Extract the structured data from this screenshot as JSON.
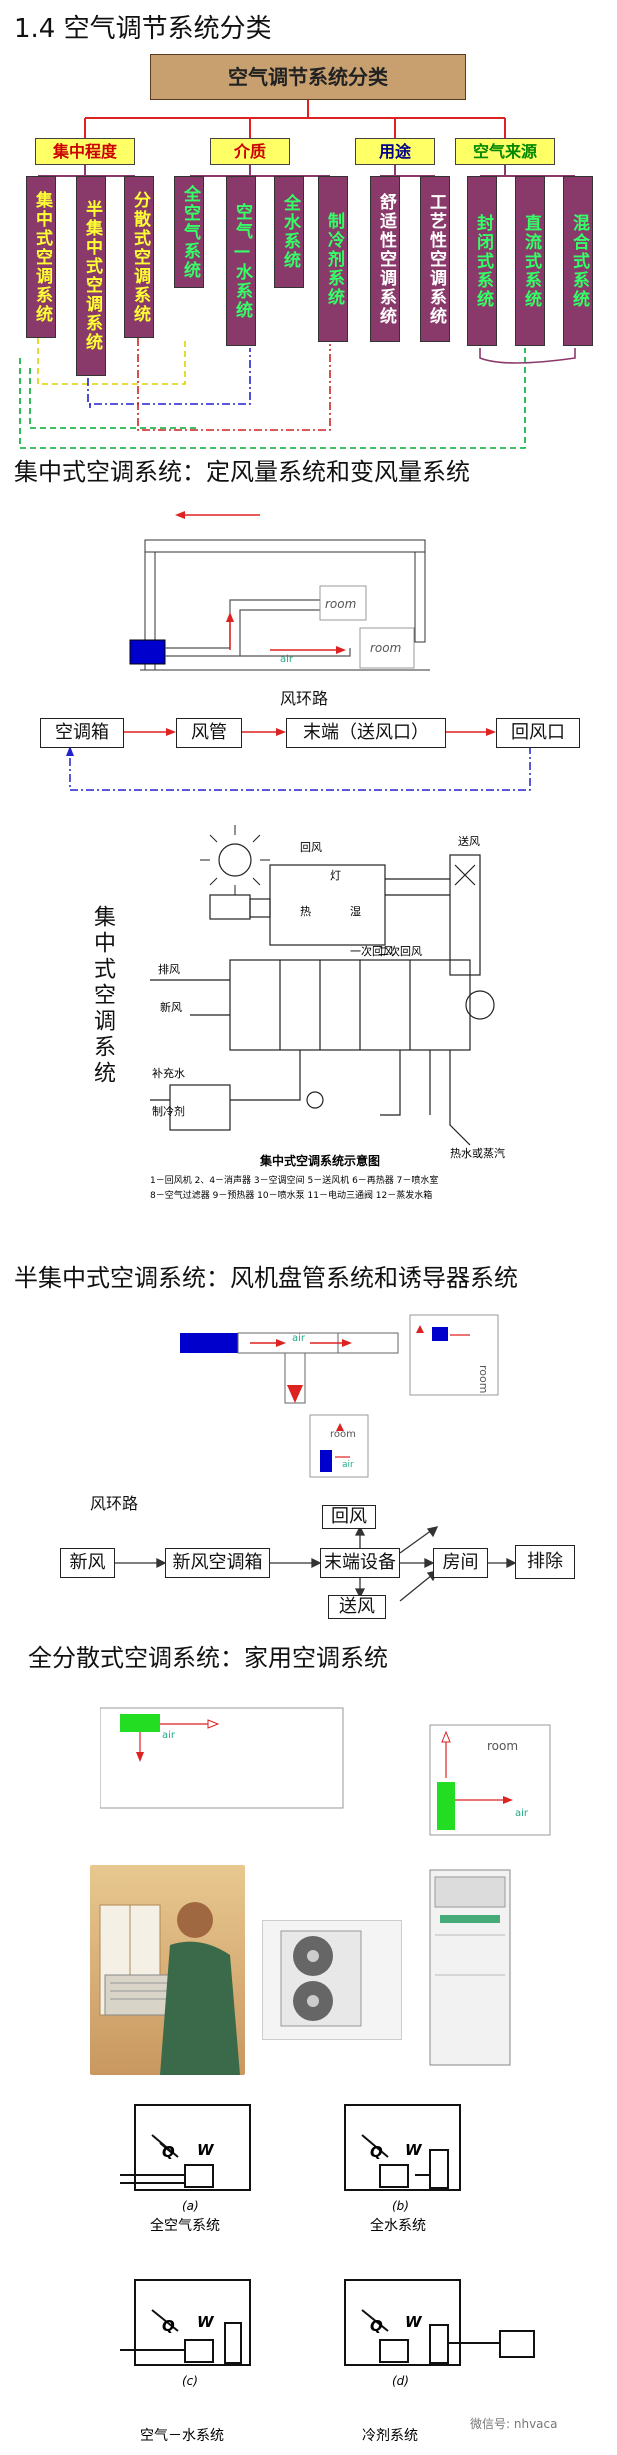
{
  "section_title": "1.4 空气调节系统分类",
  "root_label": "空气调节系统分类",
  "categories": [
    {
      "label": "集中程度",
      "items": [
        "集中式空调系统",
        "半集中式空调系统",
        "分散式空调系统"
      ]
    },
    {
      "label": "介质",
      "items": [
        "全空气系统",
        "空气—水系统",
        "全水系统",
        "制冷剂系统"
      ]
    },
    {
      "label": "用途",
      "items": [
        "舒适性空调系统",
        "工艺性空调系统"
      ]
    },
    {
      "label": "空气来源",
      "items": [
        "封闭式系统",
        "直流式系统",
        "混合式系统"
      ]
    }
  ],
  "centralized": {
    "heading": "集中式空调系统：定风量系统和变风量系统",
    "room_label_1": "room",
    "room_label_2": "room",
    "air_label": "air",
    "air_loop_title": "风环路",
    "loop": [
      "空调箱",
      "风管",
      "末端（送风口）",
      "回风口"
    ],
    "side_title": "集中式空调系统",
    "diagram": {
      "label_return": "回风",
      "label_supply": "送风",
      "label_exhaust": "排风",
      "label_fresh": "新风",
      "label_primary_return": "一次回风",
      "label_secondary_return": "二次回风",
      "label_makeup": "补充水",
      "label_refrigerant": "制冷剂",
      "label_hot_water": "热水或蒸汽",
      "label_lamp": "灯",
      "label_heat": "热",
      "label_wet": "湿",
      "caption": "集中式空调系统示意图",
      "legend_1": "1－回风机  2、4－消声器  3－空调空间  5－送风机  6－再热器  7－喷水室",
      "legend_2": "8－空气过滤器  9－预热器  10－喷水泵  11－电动三通阀  12－蒸发水箱"
    }
  },
  "semi": {
    "heading": "半集中式空调系统：风机盘管系统和诱导器系统",
    "air_label": "air",
    "room_label": "room",
    "room_label_2": "room",
    "air_label_2": "air",
    "air_loop_title": "风环路",
    "nodes": {
      "fresh": "新风",
      "ahu": "新风空调箱",
      "terminal": "末端设备",
      "return": "回风",
      "room": "房间",
      "exhaust": "排除",
      "supply": "送风"
    }
  },
  "decentral": {
    "heading": "全分散式空调系统：家用空调系统",
    "air_label": "air",
    "room_label": "room",
    "air_label_2": "air"
  },
  "types": [
    {
      "letter": "(a)",
      "caption": "全空气系统",
      "q": "Q",
      "w": "W"
    },
    {
      "letter": "(b)",
      "caption": "全水系统",
      "q": "Q",
      "w": "W"
    },
    {
      "letter": "(c)",
      "caption": "空气－水系统",
      "q": "Q",
      "w": "W"
    },
    {
      "letter": "(d)",
      "caption": "冷剂系统",
      "q": "Q",
      "w": "W"
    }
  ],
  "watermark": "微信号: nhvaca",
  "colors": {
    "root_bg": "#c8a070",
    "branch_red": "#dd2222",
    "vbox_bg": "#8a3a6a",
    "cat_bg": "#ffff66",
    "blue": "#0000cc"
  }
}
